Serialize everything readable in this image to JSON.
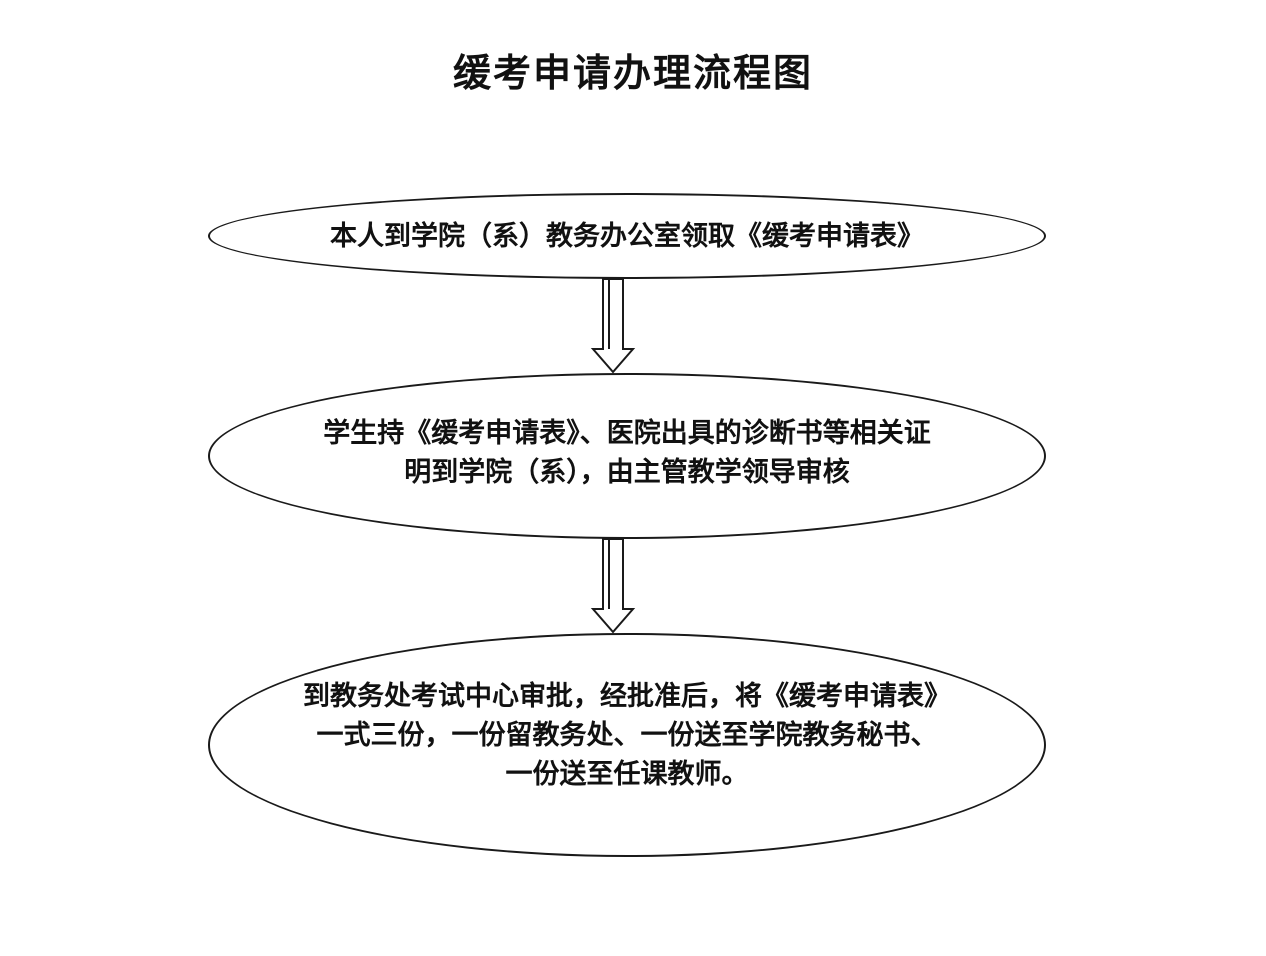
{
  "title": "缓考申请办理流程图",
  "steps": [
    {
      "text": "本人到学院（系）教务办公室领取《缓考申请表》"
    },
    {
      "text": "学生持《缓考申请表》、医院出具的诊断书等相关证\n明到学院（系），由主管教学领导审核"
    },
    {
      "text": "到教务处考试中心审批，经批准后，将《缓考申请表》\n一式三份，一份留教务处、一份送至学院教务秘书、\n一份送至任课教师。"
    }
  ],
  "colors": {
    "stroke": "#1a1a1a",
    "background": "#ffffff",
    "text": "#111111"
  }
}
